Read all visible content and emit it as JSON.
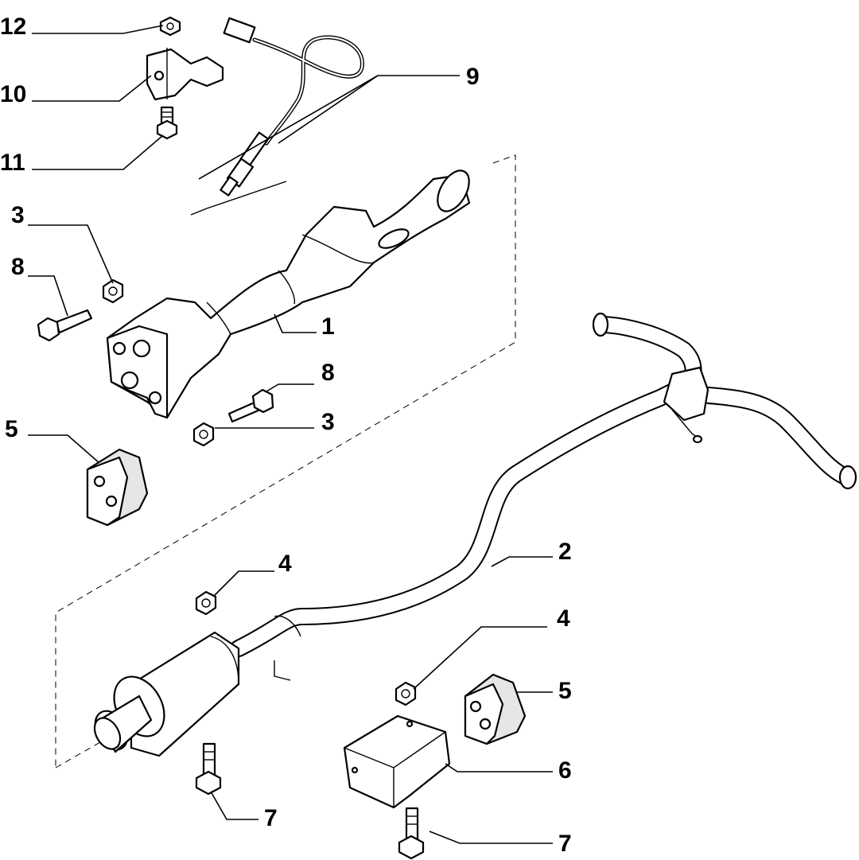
{
  "callouts": {
    "c12": "12",
    "c10": "10",
    "c11": "11",
    "c9": "9",
    "c3a": "3",
    "c8a": "8",
    "c1": "1",
    "c8b": "8",
    "c3b": "3",
    "c5a": "5",
    "c2": "2",
    "c4a": "4",
    "c4b": "4",
    "c5b": "5",
    "c6": "6",
    "c7a": "7",
    "c7b": "7"
  }
}
